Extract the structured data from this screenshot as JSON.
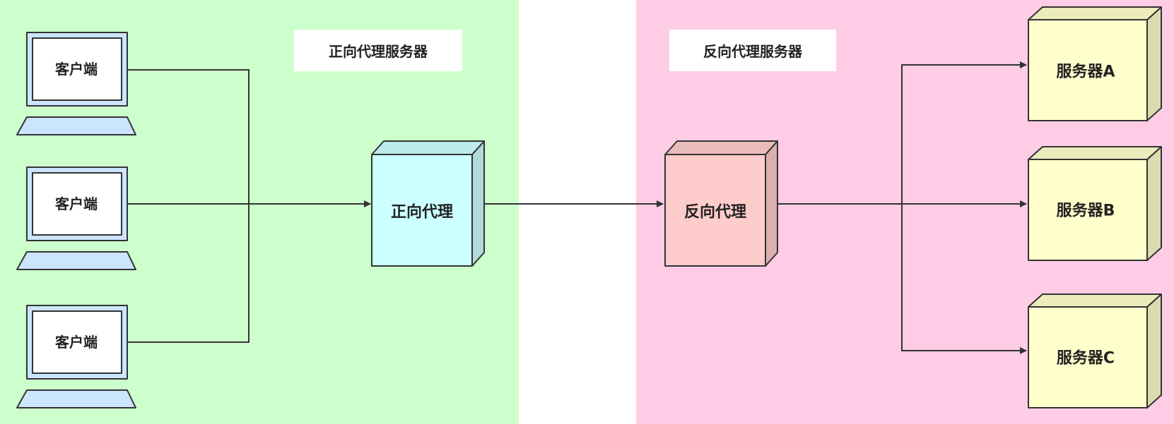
{
  "regions": {
    "forward": {
      "title": "正向代理服务器",
      "color": "#ccffcc"
    },
    "reverse": {
      "title": "反向代理服务器",
      "color": "#ffcce6"
    }
  },
  "clients": [
    {
      "label": "客户端"
    },
    {
      "label": "客户端"
    },
    {
      "label": "客户端"
    }
  ],
  "forward_proxy": {
    "label": "正向代理",
    "color": "#ccffff"
  },
  "reverse_proxy": {
    "label": "反向代理",
    "color": "#ffcccc"
  },
  "servers": [
    {
      "label": "服务器A"
    },
    {
      "label": "服务器B"
    },
    {
      "label": "服务器C"
    }
  ],
  "colors": {
    "client_body": "#cce5ff",
    "server_body": "#ffffcc",
    "line": "#333333",
    "title_box": "#ffffff"
  },
  "connections": [
    {
      "from": "客户端",
      "to": "正向代理"
    },
    {
      "from": "正向代理",
      "to": "反向代理"
    },
    {
      "from": "反向代理",
      "to": "服务器A"
    },
    {
      "from": "反向代理",
      "to": "服务器B"
    },
    {
      "from": "反向代理",
      "to": "服务器C"
    }
  ]
}
